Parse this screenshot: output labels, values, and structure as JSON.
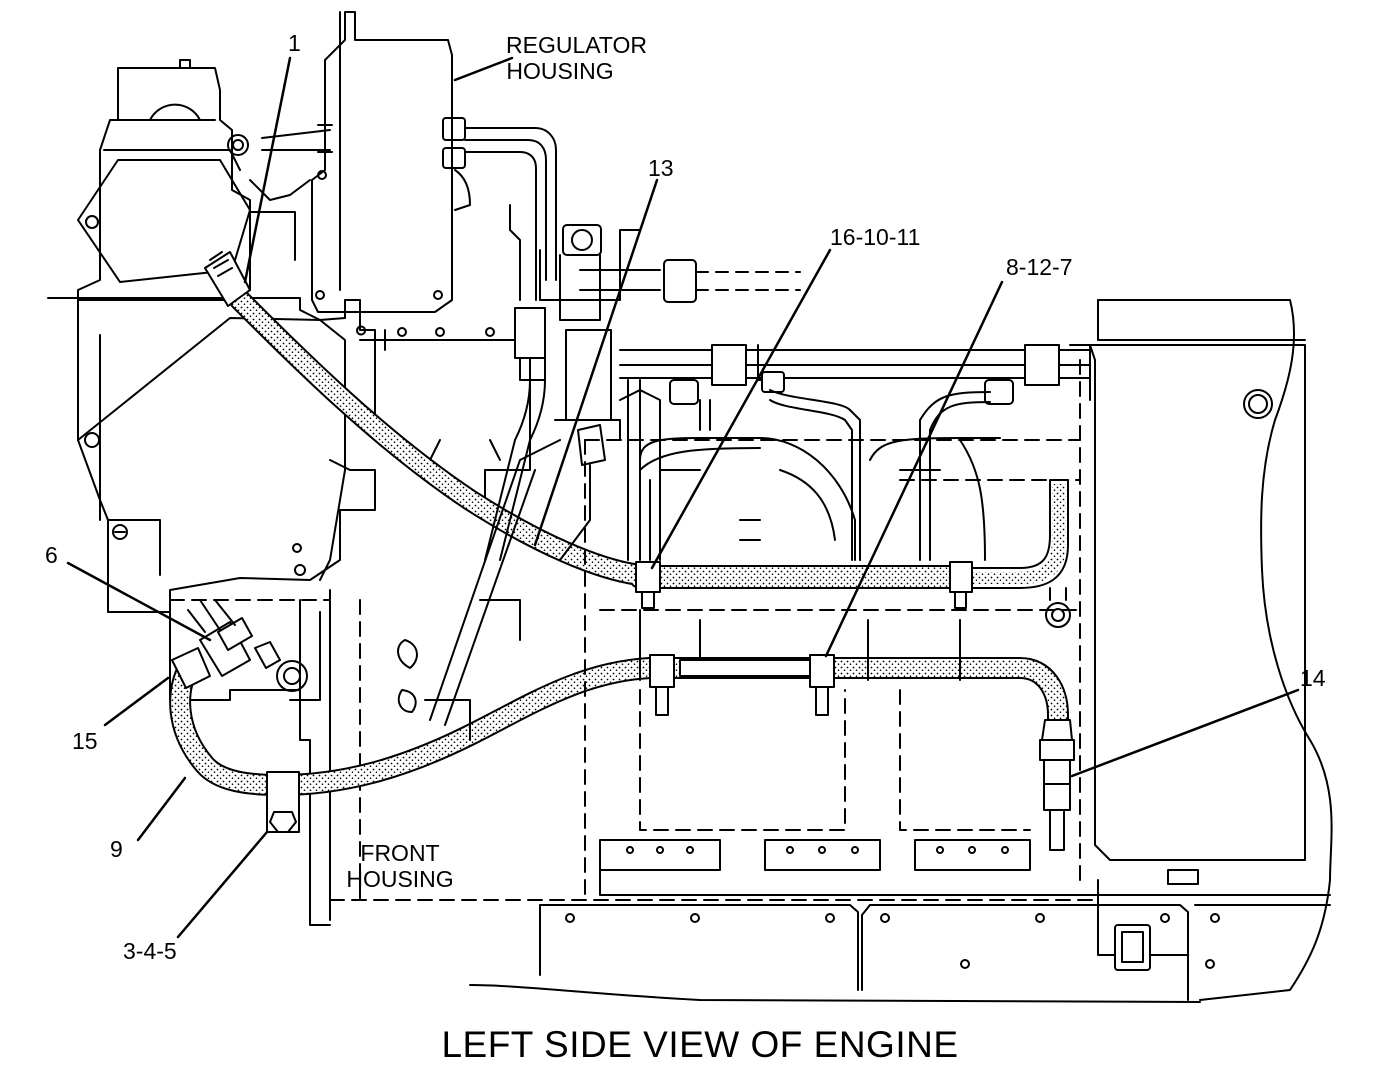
{
  "callouts": {
    "c1": "1",
    "c13": "13",
    "c16_10_11": "16-10-11",
    "c8_12_7": "8-12-7",
    "c6": "6",
    "c15": "15",
    "c14": "14",
    "c9": "9",
    "c3_4_5": "3-4-5"
  },
  "labels": {
    "regulator_line1": "REGULATOR",
    "regulator_line2": "HOUSING",
    "front_line1": "FRONT",
    "front_line2": "HOUSING"
  },
  "caption": "LEFT SIDE VIEW OF ENGINE"
}
